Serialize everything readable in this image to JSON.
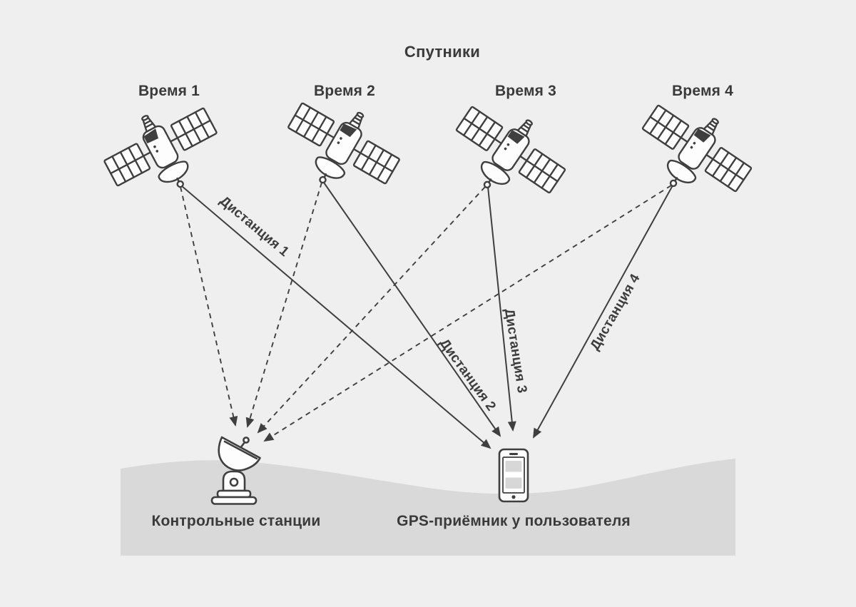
{
  "title": "Спутники",
  "satellites": [
    {
      "time_label": "Время 1",
      "distance_label": "Дистанция 1"
    },
    {
      "time_label": "Время 2",
      "distance_label": "Дистанция 2"
    },
    {
      "time_label": "Время 3",
      "distance_label": "Дистанция 3"
    },
    {
      "time_label": "Время 4",
      "distance_label": "Дистанция 4"
    }
  ],
  "ground": {
    "station_label": "Контрольные станции",
    "receiver_label": "GPS-приёмник у пользователя"
  },
  "icons": {
    "satellite": "satellite-icon",
    "station": "satellite-dish-station-icon",
    "receiver": "smartphone-icon"
  },
  "colors": {
    "background": "#efefef",
    "ground": "#d9d9d9",
    "line": "#3f3f3f",
    "text": "#3a3a3a",
    "icon_fill": "#fdfdfd",
    "screen_block": "#d7d7d7"
  }
}
